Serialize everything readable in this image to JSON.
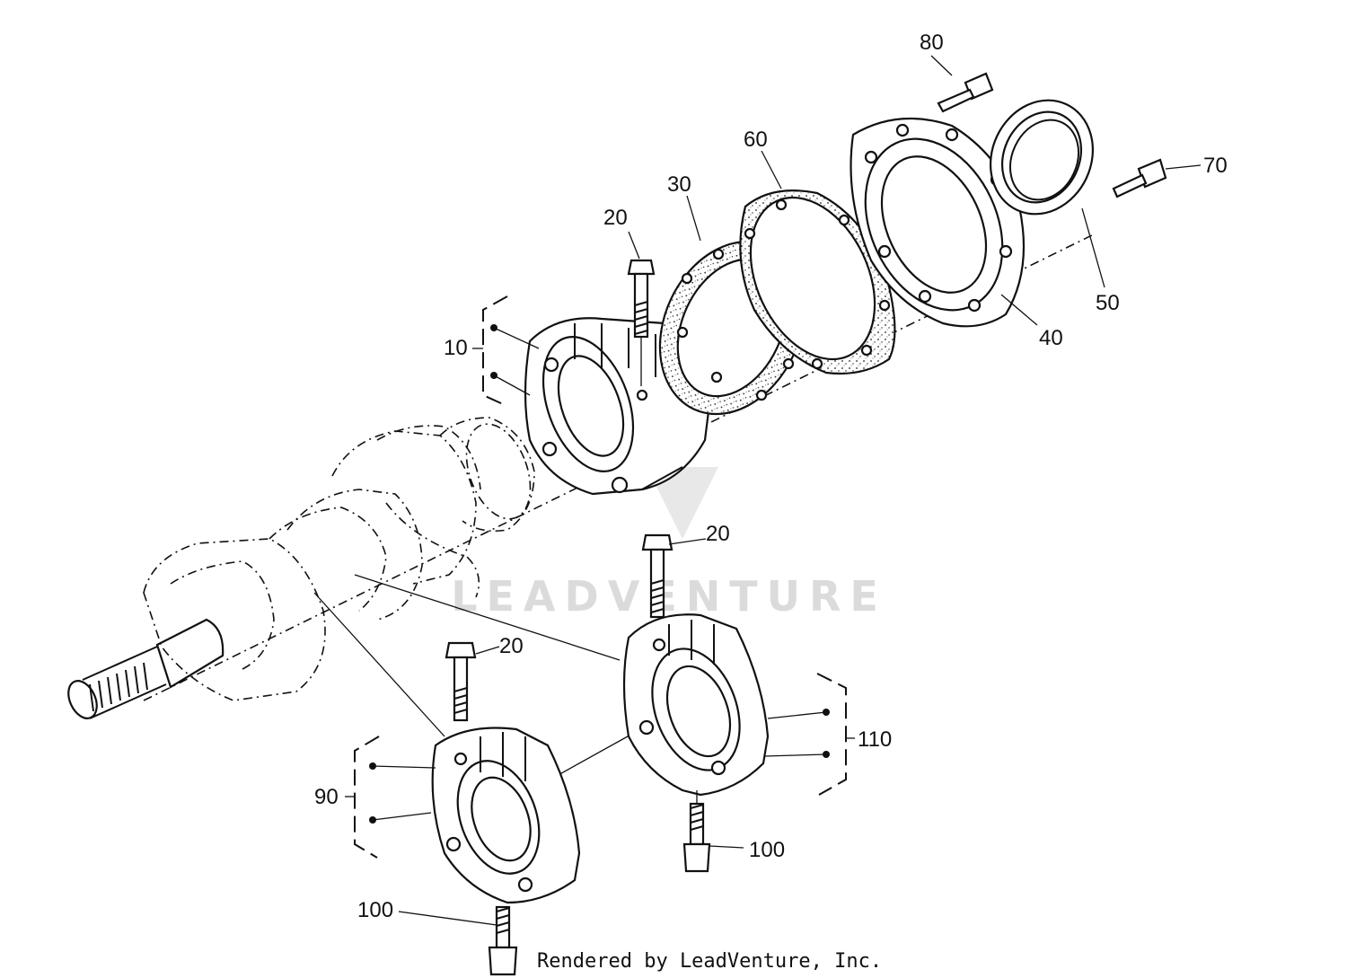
{
  "diagram": {
    "callouts": {
      "p10": "10",
      "p20a": "20",
      "p20b": "20",
      "p20c": "20",
      "p30": "30",
      "p40": "40",
      "p50": "50",
      "p60": "60",
      "p70": "70",
      "p80": "80",
      "p90": "90",
      "p100a": "100",
      "p100b": "100",
      "p110": "110"
    },
    "watermark": "LEADVENTURE",
    "footer": "Rendered by LeadVenture, Inc."
  }
}
